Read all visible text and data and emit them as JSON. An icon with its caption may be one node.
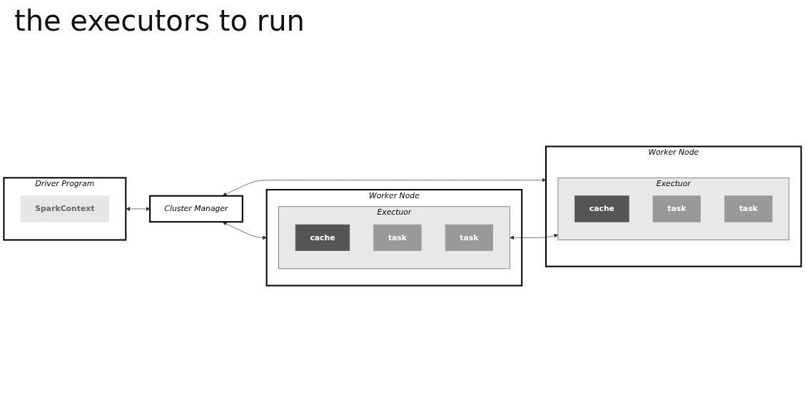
{
  "diagram": {
    "title": "the executors to run",
    "nodes": [
      {
        "text": [
          "Driver Program"
        ]
      },
      {
        "text": [
          "SparkContext"
        ],
        "in": 0
      },
      {
        "text": [
          "Cluster Manager"
        ]
      },
      {
        "text": [
          "Worker Node"
        ]
      },
      {
        "text": [
          "Exectuor"
        ],
        "in": 3
      },
      {
        "text": [
          "cache"
        ],
        "in": 4
      },
      {
        "text": [
          "task"
        ],
        "in": 4
      },
      {
        "text": [
          "task"
        ],
        "in": 4
      },
      {
        "text": [
          "Worker Node"
        ]
      },
      {
        "text": [
          "Exectuor"
        ],
        "in": 8
      },
      {
        "text": [
          "cache"
        ],
        "in": 9
      },
      {
        "text": [
          "task"
        ],
        "in": 9
      },
      {
        "text": [
          "task"
        ],
        "in": 9
      }
    ],
    "edges": [
      {
        "from": 0,
        "to": 2,
        "arrow": "both"
      },
      {
        "from": 2,
        "to": 3,
        "arrow": "both"
      },
      {
        "from": 2,
        "to": 8,
        "arrow": "both"
      },
      {
        "from": 4,
        "to": 9,
        "arrow": "both"
      }
    ]
  }
}
